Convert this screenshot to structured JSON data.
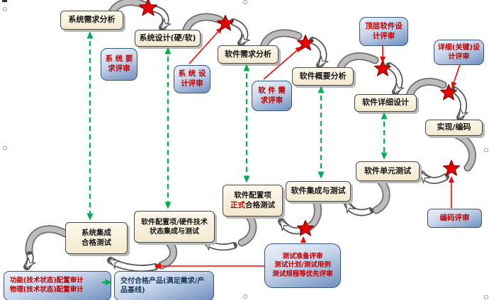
{
  "colors": {
    "stage_fill_top": "#fdf8ea",
    "stage_fill_bottom": "#f5ead0",
    "stage_border": "#4a4a4a",
    "stage_shadow": "#b8b8b8",
    "review_fill_top": "#edf2fa",
    "review_fill_bottom": "#6e8fc0",
    "review_border": "#35567f",
    "review_text": "#c00000",
    "deliver_text": "#17375e",
    "green": "#00b050",
    "red_line": "#ff0000",
    "star_fill": "#e60000",
    "star_edge": "#8f0000",
    "arch_gray": "#bdbdbd",
    "arch_gray_edge": "#6f6f6f",
    "arch_white_edge": "#555555"
  },
  "stages": {
    "sys_req": {
      "label": "系统需求分析"
    },
    "sys_design": {
      "label": "系统设计(硬/软)"
    },
    "sw_req": {
      "label": "软件需求分析"
    },
    "sw_outline": {
      "label": "软件概要分析"
    },
    "sw_detail": {
      "label": "软件详细设计"
    },
    "impl": {
      "label": "实现/编码"
    },
    "unit_test": {
      "label": "软件单元测试"
    },
    "integration_test": {
      "label": "软件集成与测试"
    },
    "sci_formal": {
      "line1": "软件配置项",
      "line2_red": "正式",
      "line2_rest": "合格测试"
    },
    "sci_hw": {
      "line1": "软件配置项/硬件技术",
      "line2": "状态集成与测试"
    },
    "sys_integration": {
      "line1": "系统集成",
      "line2": "合格测试"
    }
  },
  "reviews": {
    "sys_req_review": {
      "line1": "系 统 要",
      "line2": "求评审"
    },
    "sys_design_review": {
      "line1": "系 统 设",
      "line2": "计评审"
    },
    "sw_req_review": {
      "line1": "软 件 需",
      "line2": "求评审"
    },
    "top_design_review": {
      "line1": "顶层软件设",
      "line2": "计评审"
    },
    "detail_design_review": {
      "line1": "详细(关键)设",
      "line2": "计评审"
    },
    "code_review": {
      "label": "编码评审"
    },
    "test_ready_review": {
      "line1": "测试准备评审",
      "line2": "测试计划/测试用例",
      "line3": "测试规程等优先评审"
    },
    "config_audit": {
      "line1": "功能(技术状态)配置审计",
      "line2": "物理(技术状态)配置审计"
    },
    "deliver": {
      "label": "交付合格产品(满足需求/产品基线)"
    }
  }
}
